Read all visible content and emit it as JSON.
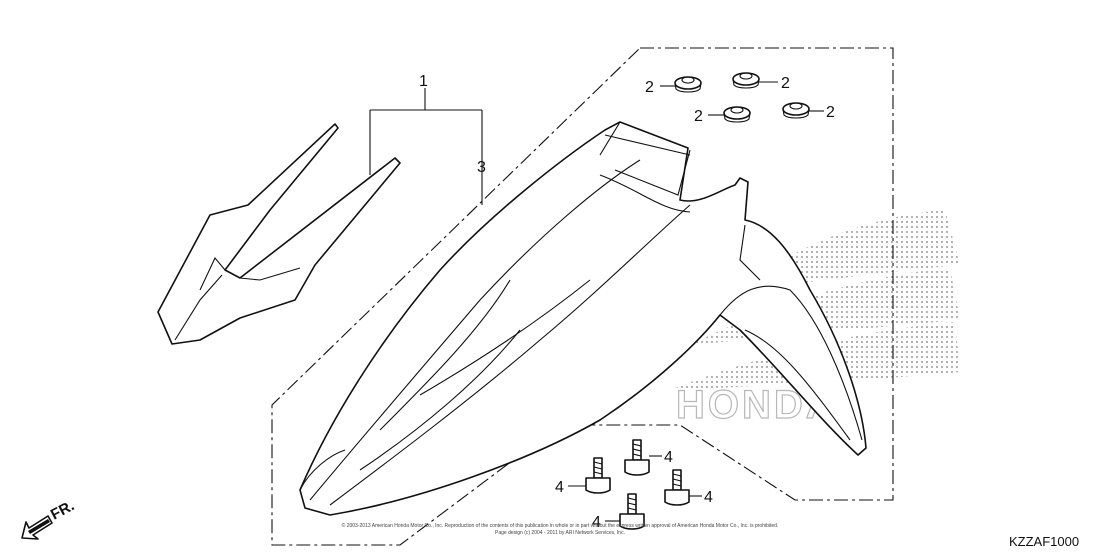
{
  "callouts": {
    "kit": "1",
    "nut_a": "2",
    "nut_b": "2",
    "nut_c": "2",
    "nut_d": "2",
    "decal": "3",
    "bolt_a": "4",
    "bolt_b": "4",
    "bolt_c": "4",
    "bolt_d": "4"
  },
  "direction_label": "FR.",
  "diagram_code": "KZZAF1000",
  "watermark": "HONDA",
  "copyright": {
    "line1": "© 2003-2013 American Honda Motor Co., Inc. Reproduction of the contents of this publication in whole or in part without the express written approval of American Honda Motor Co., Inc. is prohibited.",
    "line2": "Page design (c) 2004 - 2011 by ARI Network Services, Inc."
  },
  "colors": {
    "ink": "#111111",
    "watermark": "#b8b8b8",
    "background": "#ffffff"
  }
}
